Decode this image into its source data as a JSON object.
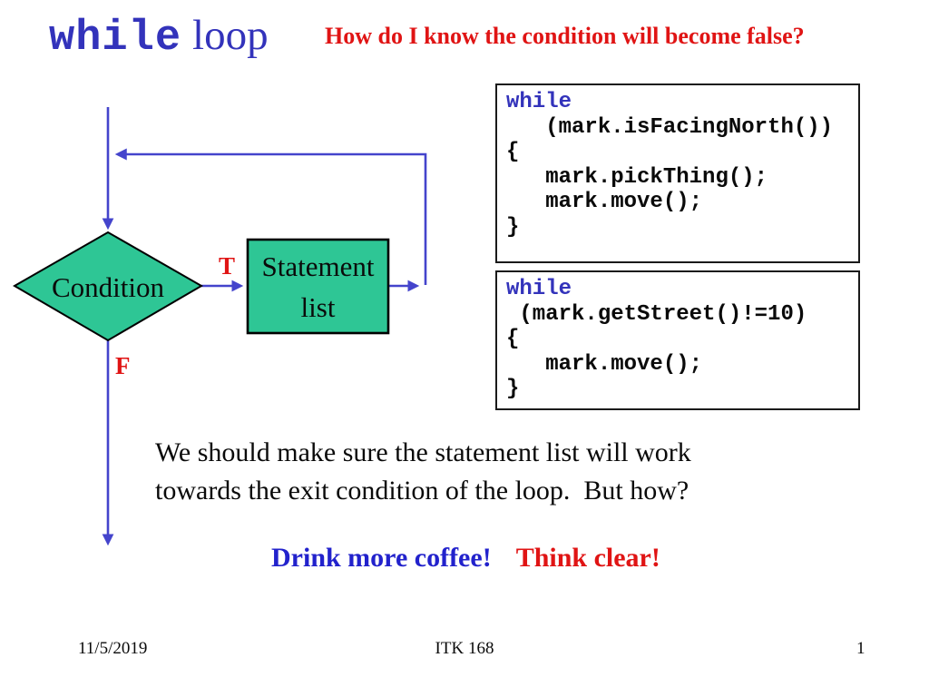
{
  "slide": {
    "title": {
      "keyword": "while",
      "rest": "loop"
    },
    "question": "How do I know the condition will become false?",
    "flowchart": {
      "condition_label": "Condition",
      "statement_label": "Statement list",
      "true_label": "T",
      "false_label": "F"
    },
    "code_boxes": [
      {
        "keyword": "while",
        "body": "   (mark.isFacingNorth())\n{\n   mark.pickThing();\n   mark.move();\n}"
      },
      {
        "keyword": "while",
        "body": " (mark.getStreet()!=10)\n{\n   mark.move();\n}"
      }
    ],
    "note": "We should make sure the statement list will work\ntowards the exit condition of the loop.  But how?",
    "tagline": {
      "blue_part": "Drink more coffee!",
      "red_part": "Think clear!"
    },
    "footer": {
      "date": "11/5/2019",
      "course": "ITK 168",
      "page": "1"
    },
    "colors": {
      "title_blue": "#3333BB",
      "accent_red": "#E01414",
      "shape_green": "#2EC695",
      "arrow_blue": "#4444CC"
    }
  }
}
